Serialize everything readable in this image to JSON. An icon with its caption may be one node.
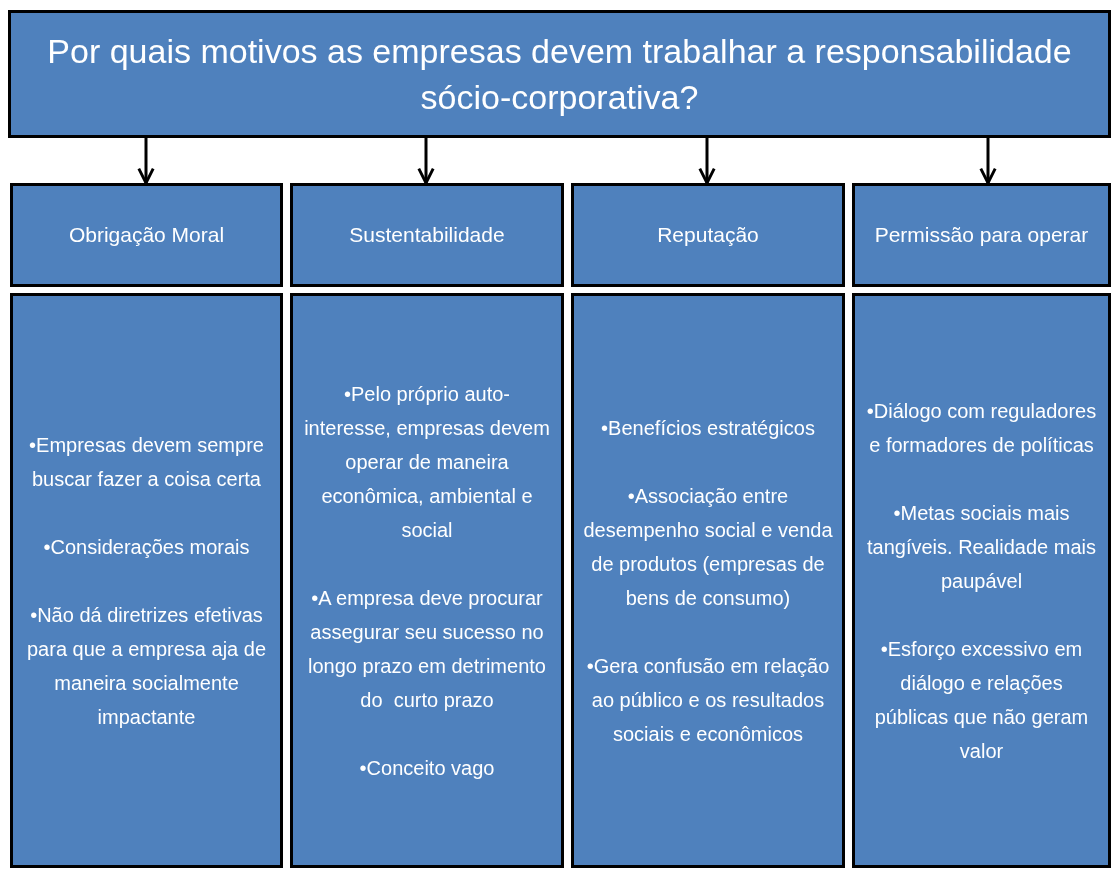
{
  "diagram": {
    "nodes": [
      {
        "text": [
          "Por quais motivos as empresas devem trabalhar a responsabilidade sócio-corporativa?"
        ]
      },
      {
        "text": [
          "Obrigação Moral"
        ]
      },
      {
        "text": [
          "Sustentabilidade"
        ]
      },
      {
        "text": [
          "Reputação"
        ]
      },
      {
        "text": [
          "Permissão para operar"
        ]
      },
      {
        "text": [
          "•Empresas devem sempre buscar fazer a coisa certa",
          "•Considerações morais",
          "•Não dá diretrizes efetivas para que a empresa aja de maneira socialmente impactante"
        ]
      },
      {
        "text": [
          "•Pelo próprio auto-interesse, empresas devem operar de maneira econômica, ambiental e social",
          "•A empresa deve procurar assegurar seu sucesso no longo prazo em detrimento do  curto prazo",
          "•Conceito vago"
        ]
      },
      {
        "text": [
          "•Benefícios estratégicos",
          "•Associação entre desempenho social e venda de produtos (empresas de bens de consumo)",
          "•Gera confusão em relação ao público e os resultados sociais e econômicos"
        ]
      },
      {
        "text": [
          "•Diálogo com reguladores e formadores de políticas",
          "•Metas sociais mais tangíveis. Realidade mais paupável",
          "•Esforço excessivo em diálogo e relações públicas que não geram valor"
        ]
      }
    ],
    "edges": [
      {
        "from": 0,
        "to": 1,
        "arrow": "to"
      },
      {
        "from": 0,
        "to": 2,
        "arrow": "to"
      },
      {
        "from": 0,
        "to": 3,
        "arrow": "to"
      },
      {
        "from": 0,
        "to": 4,
        "arrow": "to"
      }
    ]
  }
}
